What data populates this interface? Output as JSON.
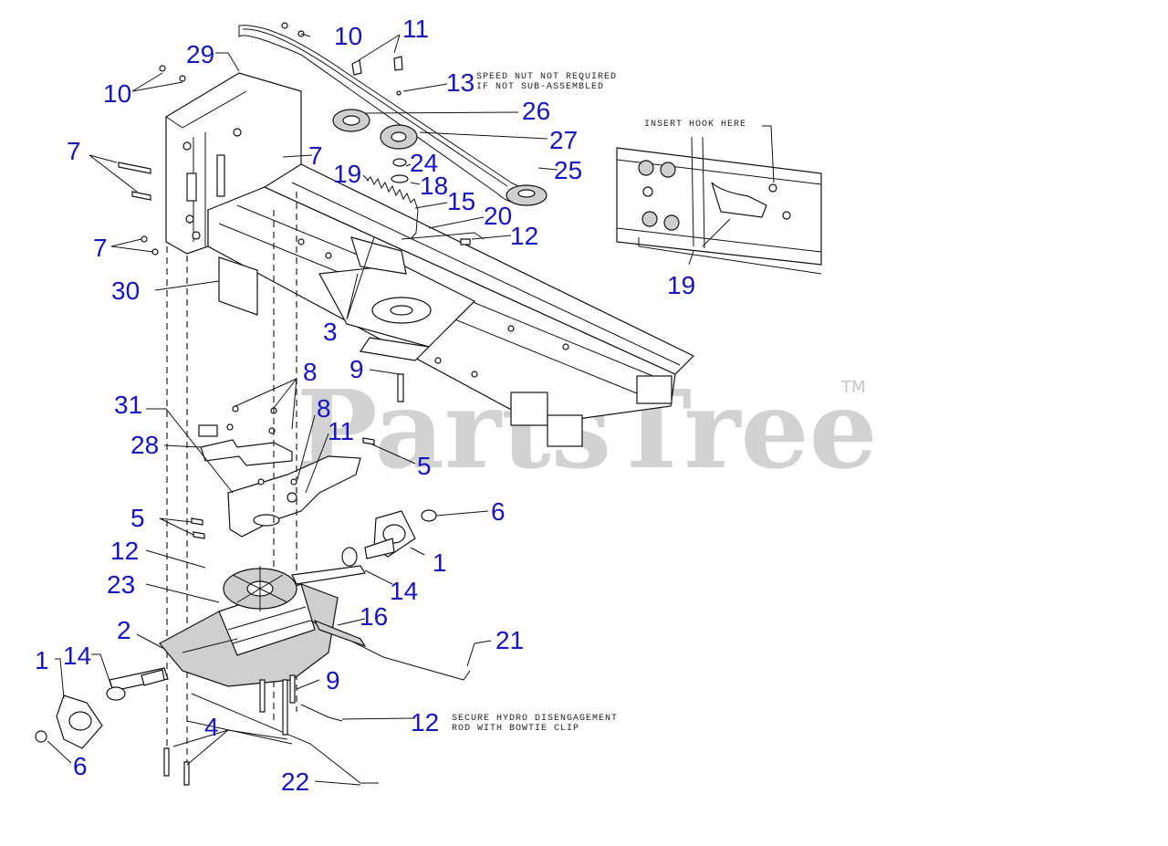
{
  "watermark": {
    "text": "PartsTree",
    "tm": "TM"
  },
  "notes": {
    "speed_nut_1": "SPEED NUT NOT REQUIRED",
    "speed_nut_2": "IF NOT SUB-ASSEMBLED",
    "insert_hook": "INSERT HOOK HERE",
    "hydro_1": "SECURE HYDRO DISENGAGEMENT",
    "hydro_2": "ROD WITH BOWTIE CLIP"
  },
  "callouts": [
    {
      "label": "10"
    },
    {
      "label": "11"
    },
    {
      "label": "10"
    },
    {
      "label": "29"
    },
    {
      "label": "13"
    },
    {
      "label": "26"
    },
    {
      "label": "27"
    },
    {
      "label": "7"
    },
    {
      "label": "7"
    },
    {
      "label": "24"
    },
    {
      "label": "25"
    },
    {
      "label": "19"
    },
    {
      "label": "18"
    },
    {
      "label": "15"
    },
    {
      "label": "20"
    },
    {
      "label": "12"
    },
    {
      "label": "7"
    },
    {
      "label": "30"
    },
    {
      "label": "3"
    },
    {
      "label": "19"
    },
    {
      "label": "8"
    },
    {
      "label": "9"
    },
    {
      "label": "31"
    },
    {
      "label": "8"
    },
    {
      "label": "11"
    },
    {
      "label": "28"
    },
    {
      "label": "5"
    },
    {
      "label": "5"
    },
    {
      "label": "6"
    },
    {
      "label": "12"
    },
    {
      "label": "1"
    },
    {
      "label": "23"
    },
    {
      "label": "14"
    },
    {
      "label": "16"
    },
    {
      "label": "2"
    },
    {
      "label": "21"
    },
    {
      "label": "1"
    },
    {
      "label": "14"
    },
    {
      "label": "9"
    },
    {
      "label": "12"
    },
    {
      "label": "4"
    },
    {
      "label": "6"
    },
    {
      "label": "22"
    }
  ]
}
